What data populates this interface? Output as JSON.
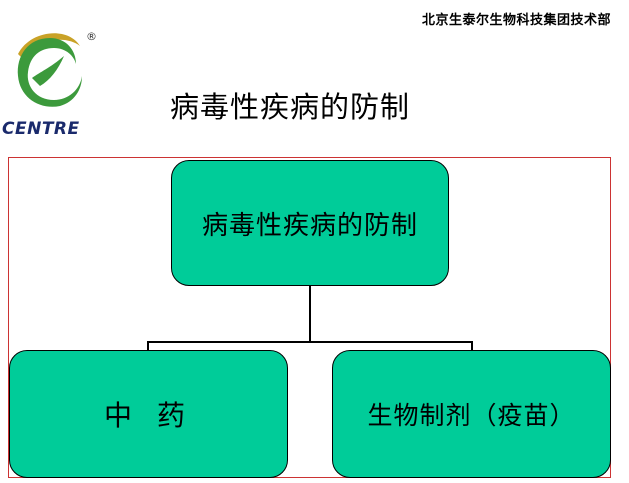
{
  "header": {
    "organization": "北京生泰尔生物科技集团技术部"
  },
  "logo": {
    "text": "CENTRE",
    "registered_mark": "®"
  },
  "slide": {
    "title": "病毒性疾病的防制"
  },
  "diagram": {
    "root": {
      "label": "病毒性疾病的防制"
    },
    "children": [
      {
        "label": "中 药"
      },
      {
        "label": "生物制剂（疫苗）"
      }
    ]
  },
  "colors": {
    "node_fill": "#00cc99",
    "node_border": "#000000",
    "frame_border": "#cc3333",
    "logo_green": "#3c9a3c",
    "logo_gold": "#c9a227",
    "logo_text": "#1a2a6c"
  }
}
